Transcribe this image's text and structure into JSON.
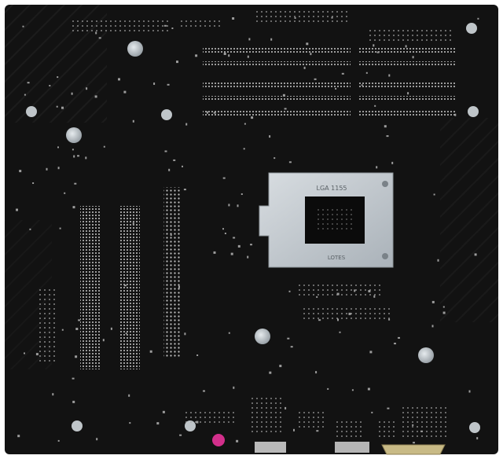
{
  "image": {
    "subject": "motherboard-back-side",
    "background_color": "#ffffff",
    "pcb_color": "#121212",
    "solder_color": "#bdbdbd",
    "bracket_color": "#c7cdd2",
    "screw_color": "#cfd5d9"
  },
  "bracket_text": {
    "top": "LGA 1155",
    "bottom": "LOTES"
  }
}
